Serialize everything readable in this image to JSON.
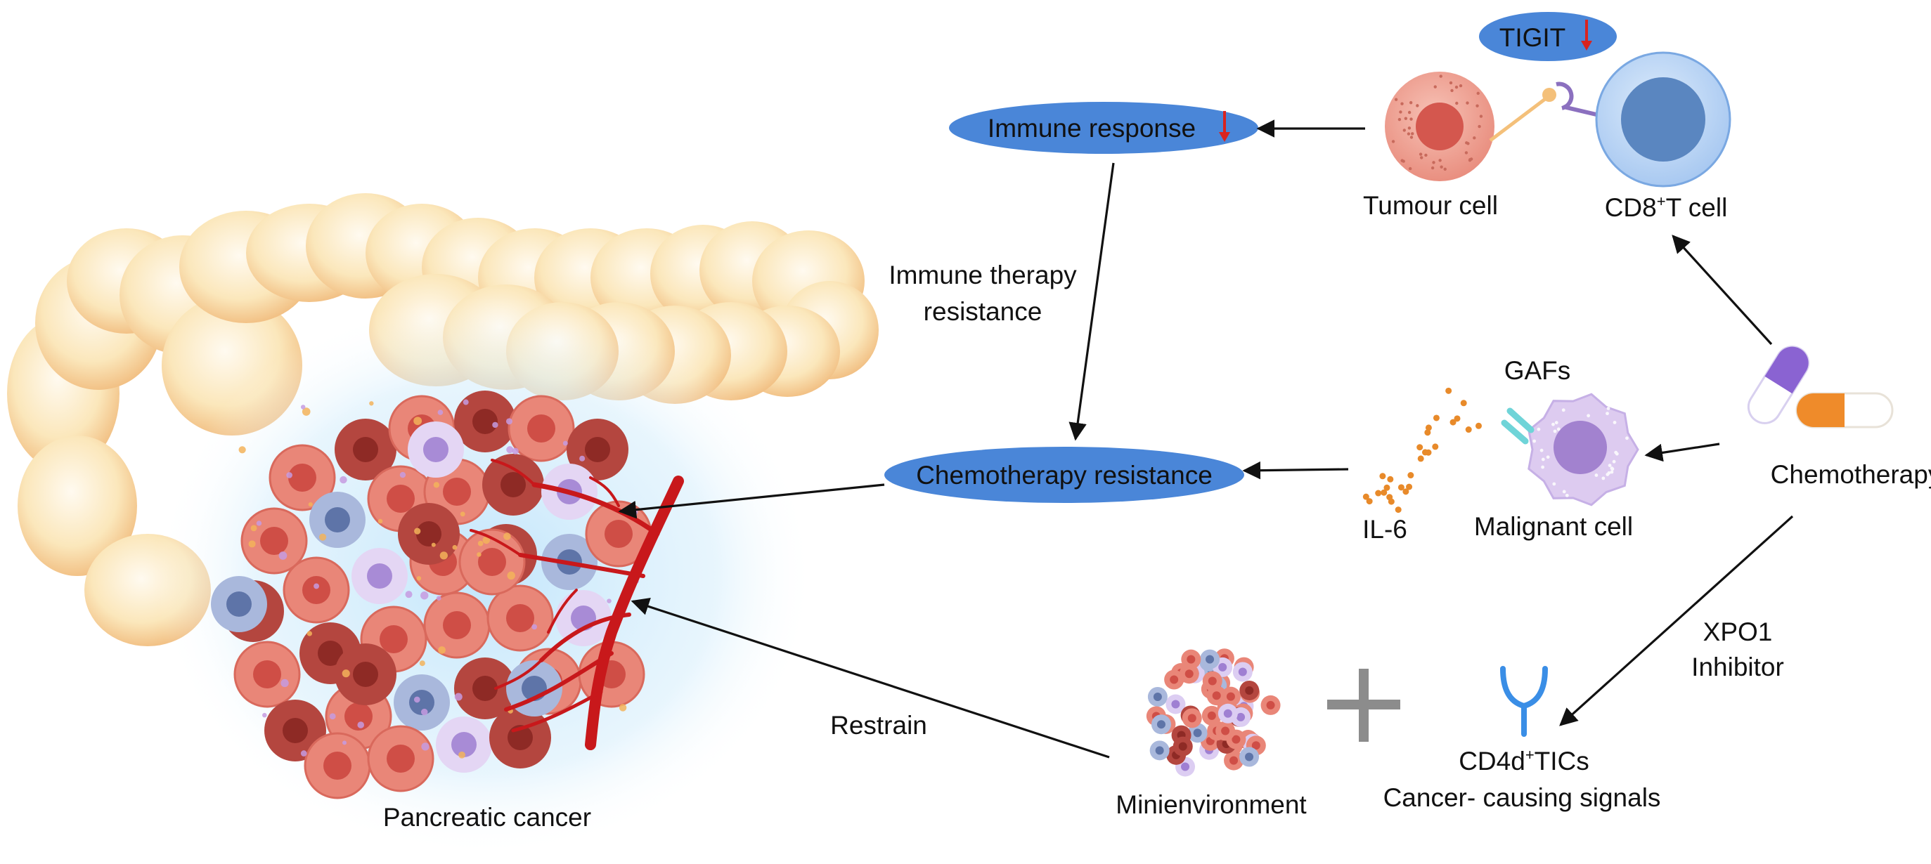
{
  "labels": {
    "tigit": "TIGIT",
    "immune_response": "Immune response",
    "tumour_cell": "Tumour cell",
    "cd8_main": "CD8",
    "cd8_sup": "+",
    "cd8_rest": "T cell",
    "immune_therapy_line1": "Immune therapy",
    "immune_therapy_line2": "resistance",
    "gafs": "GAFs",
    "chemo_resistance": "Chemotherapy resistance",
    "chemotherapy": "Chemotherapy",
    "il6": "IL-6",
    "malignant_cell": "Malignant cell",
    "xpo1_line1": "XPO1",
    "xpo1_line2": "Inhibitor",
    "restrain": "Restrain",
    "minienvironment": "Minienvironment",
    "cd4d_main": "CD4d",
    "cd4d_sup": "+",
    "cd4d_rest": "TICs",
    "cancer_signals": "Cancer- causing signals",
    "pancreatic_cancer": "Pancreatic cancer"
  },
  "colors": {
    "pill_blue": "#4a86d8",
    "down_arrow_red": "#d9231f",
    "arrow_black": "#111111",
    "vessel_red": "#c8181b",
    "tumor_pink": "#e9877a",
    "tumor_dark": "#a43a34",
    "malignant_purple": "#d8c6ee",
    "tcell_blue": "#8fb6ea",
    "pancreas_yellow": "#fbe6b6",
    "il6_orange": "#e88a2a",
    "plus_gray": "#8c8c8c",
    "receptor_blue": "#3a8ee6",
    "glow_blue": "#cfe9fb"
  },
  "icons": [
    "pancreas-icon",
    "tumor-mass-icon",
    "blood-vessel-icon",
    "tumour-cell-icon",
    "cd8-t-cell-icon",
    "tigit-receptor-icon",
    "malignant-cell-icon",
    "il6-dots-icon",
    "capsule-pill-icon",
    "minienvironment-icon",
    "plus-icon",
    "y-receptor-icon",
    "down-arrow-icon"
  ]
}
